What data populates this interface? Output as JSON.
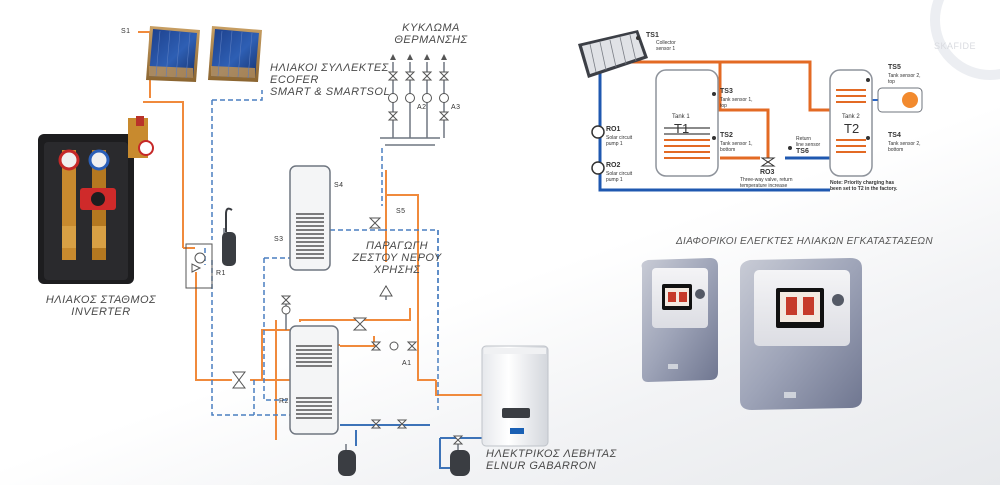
{
  "labels": {
    "heating_circuit": [
      "ΚΥΚΛΩΜΑ",
      "ΘΕΡΜΑΝΣΗΣ"
    ],
    "collectors": [
      "ΗΛΙΑΚΟΙ ΣΥΛΛΕΚΤΕΣ",
      "ECOFER",
      "SMART & SMARTSOL"
    ],
    "station": [
      "ΗΛΙΑΚΟΣ ΣΤΑΘΜΟΣ",
      "INVERTER"
    ],
    "dhw": [
      "ΠΑΡΑΓΩΓΗ",
      "ΖΕΣΤΟΥ ΝΕΡΟΥ",
      "ΧΡΗΣΗΣ"
    ],
    "boiler": [
      "ΗΛΕΚΤΡΙΚΟΣ ΛΕΒΗΤΑΣ",
      "ELNUR GABARRON"
    ],
    "controllers": "ΔΙΑΦΟΡΙΚΟΙ ΕΛΕΓΚΤΕΣ ΗΛΙΑΚΩΝ ΕΓΚΑΤΑΣΤΑΣΕΩΝ"
  },
  "sensors": {
    "s1": "S1",
    "s3": "S3",
    "s4": "S4",
    "s5": "S5",
    "r1": "R1",
    "r2": "R2",
    "a1": "A1",
    "a2": "A2",
    "a3": "A3"
  },
  "controller_diagram": {
    "ts1": "TS1",
    "ts1_desc": [
      "Collector",
      "sensor 1"
    ],
    "ts2": "TS2",
    "ts2_desc": [
      "Tank sensor 1,",
      "bottom"
    ],
    "ts3": "TS3",
    "ts3_desc": [
      "Tank sensor 1,",
      "top"
    ],
    "ts4": "TS4",
    "ts4_desc": [
      "Tank sensor 2,",
      "bottom"
    ],
    "ts5": "TS5",
    "ts5_desc": [
      "Tank sensor 2,",
      "top"
    ],
    "ts6": "TS6",
    "ro1": "RO1",
    "ro1_desc": [
      "Solar circuit",
      "pump 1"
    ],
    "ro2": "RO2",
    "ro2_desc": [
      "Solar circuit",
      "pump 1"
    ],
    "ro3": "RO3",
    "ro3_desc": [
      "Three-way valve, return",
      "temperature increase"
    ],
    "return_desc": [
      "Return",
      "line sensor"
    ],
    "tank1": "Tank 1",
    "tank1_id": "T1",
    "tank2": "Tank 2",
    "tank2_id": "T2",
    "note": [
      "Note: Priority charging has",
      "been set to T2 in the factory."
    ]
  },
  "watermark": "SKAFIDE"
}
